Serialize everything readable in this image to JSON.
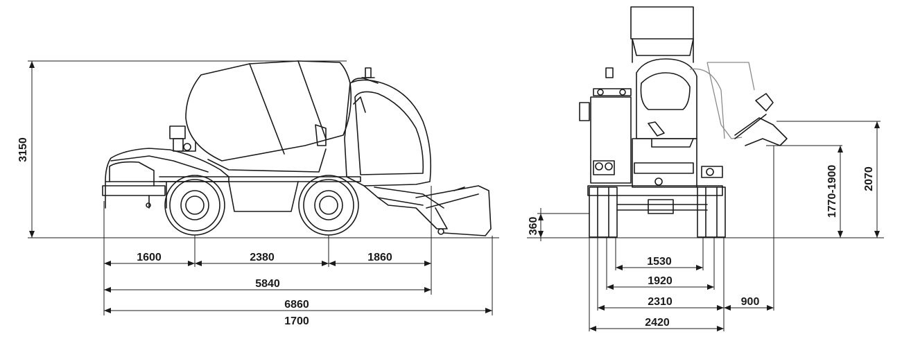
{
  "side_view": {
    "dims": {
      "total_height": "3150",
      "front_overhang": "1600",
      "wheelbase": "2380",
      "rear_overhang": "1860",
      "length": "5840",
      "length_with_bucket": "6860",
      "bottom": "1700"
    }
  },
  "front_view": {
    "dims": {
      "ground_clearance": "360",
      "discharge_height": "1770-1900",
      "chute_height": "2070",
      "track_inner": "1530",
      "track": "1920",
      "width": "2310",
      "chute_reach": "900",
      "overall_width": "2420"
    }
  }
}
